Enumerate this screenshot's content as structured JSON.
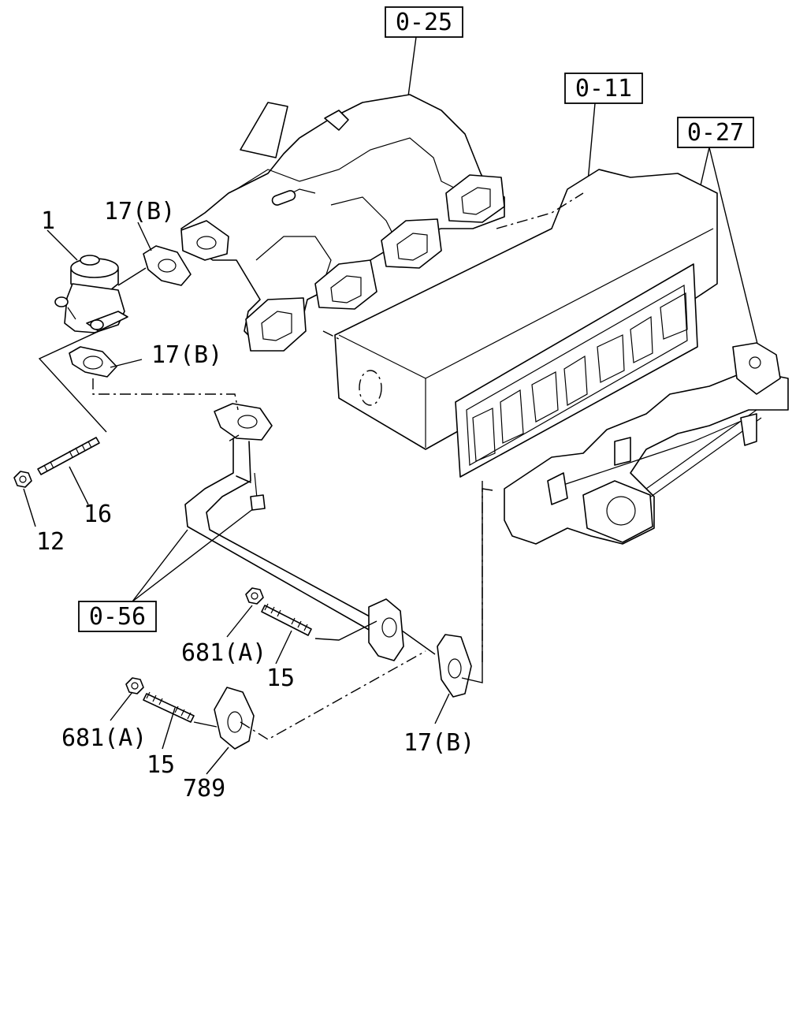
{
  "refs": {
    "r_0_25": "0-25",
    "r_0_11": "0-11",
    "r_0_27": "0-27",
    "r_0_56": "0-56"
  },
  "labels": {
    "p1": "1",
    "p17b_top": "17(B)",
    "p17b_mid": "17(B)",
    "p17b_bottom": "17(B)",
    "p16": "16",
    "p12": "12",
    "p681a_upper": "681(A)",
    "p681a_lower": "681(A)",
    "p15_upper": "15",
    "p15_lower": "15",
    "p789": "789"
  }
}
